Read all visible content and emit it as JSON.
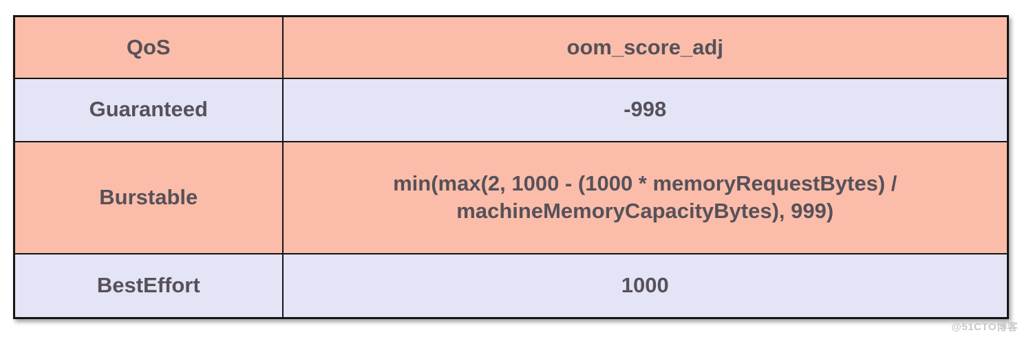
{
  "table": {
    "columns": [
      {
        "key": "qos",
        "label": "QoS"
      },
      {
        "key": "oom_score_adj",
        "label": "oom_score_adj"
      }
    ],
    "rows": [
      {
        "qos": "Guaranteed",
        "oom_score_adj": "-998"
      },
      {
        "qos": "Burstable",
        "oom_score_adj": "min(max(2, 1000 - (1000 * memoryRequestBytes) / machineMemoryCapacityBytes), 999)"
      },
      {
        "qos": "BestEffort",
        "oom_score_adj": "1000"
      }
    ]
  },
  "watermark": {
    "text": "@51CTO博客"
  },
  "colors": {
    "header_bg": "#fbbda9",
    "alt_bg": "#e3e4f6",
    "border_color": "#141414",
    "text_color": "#56515a",
    "watermark_color": "#c8c8c8",
    "page_bg": "#ffffff"
  }
}
